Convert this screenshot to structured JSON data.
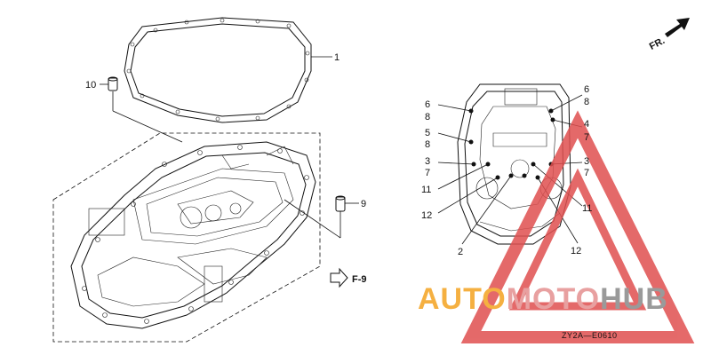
{
  "callouts": {
    "gasket": "1",
    "dowel_upper": "10",
    "dowel_lower": "9",
    "ref": "F-9",
    "detail_left": [
      "6",
      "8",
      "5",
      "8",
      "3",
      "7",
      "11",
      "12",
      "2"
    ],
    "detail_right": [
      "6",
      "8",
      "4",
      "7",
      "3",
      "7",
      "11",
      "12"
    ]
  },
  "fr_label": "FR.",
  "diagram_code": "ZY2A—E0610",
  "watermark": {
    "auto": "AUTO",
    "moto": "MOTO",
    "hub": "HUB",
    "colors": {
      "auto": "#f5b041",
      "moto": "#e8a0a0",
      "hub": "#9a9a9a",
      "triangle": "#e05050"
    }
  }
}
